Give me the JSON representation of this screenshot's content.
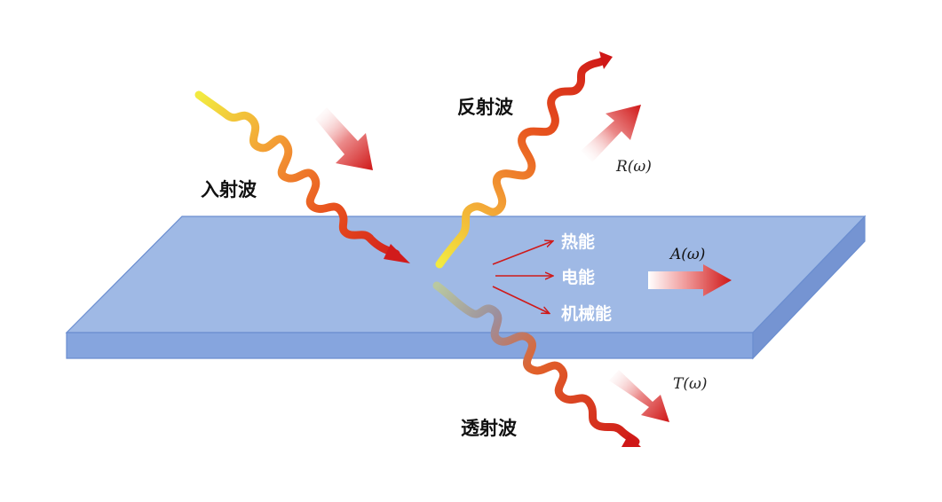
{
  "labels": {
    "incident": "入射波",
    "reflected": "反射波",
    "transmitted": "透射波",
    "heat": "热能",
    "electric": "电能",
    "mechanical": "机械能",
    "reflectance": "R(ω)",
    "absorbance": "A(ω)",
    "transmittance": "T(ω)"
  },
  "colors": {
    "slab_top": "#9eb8e4",
    "slab_front": "#7f9fdc",
    "slab_side": "#6e8fcc",
    "slab_edge": "#5a7fc7",
    "wave_start": "#f0e040",
    "wave_mid": "#f08030",
    "wave_end": "#d02020",
    "arrow_red": "#d01818"
  }
}
